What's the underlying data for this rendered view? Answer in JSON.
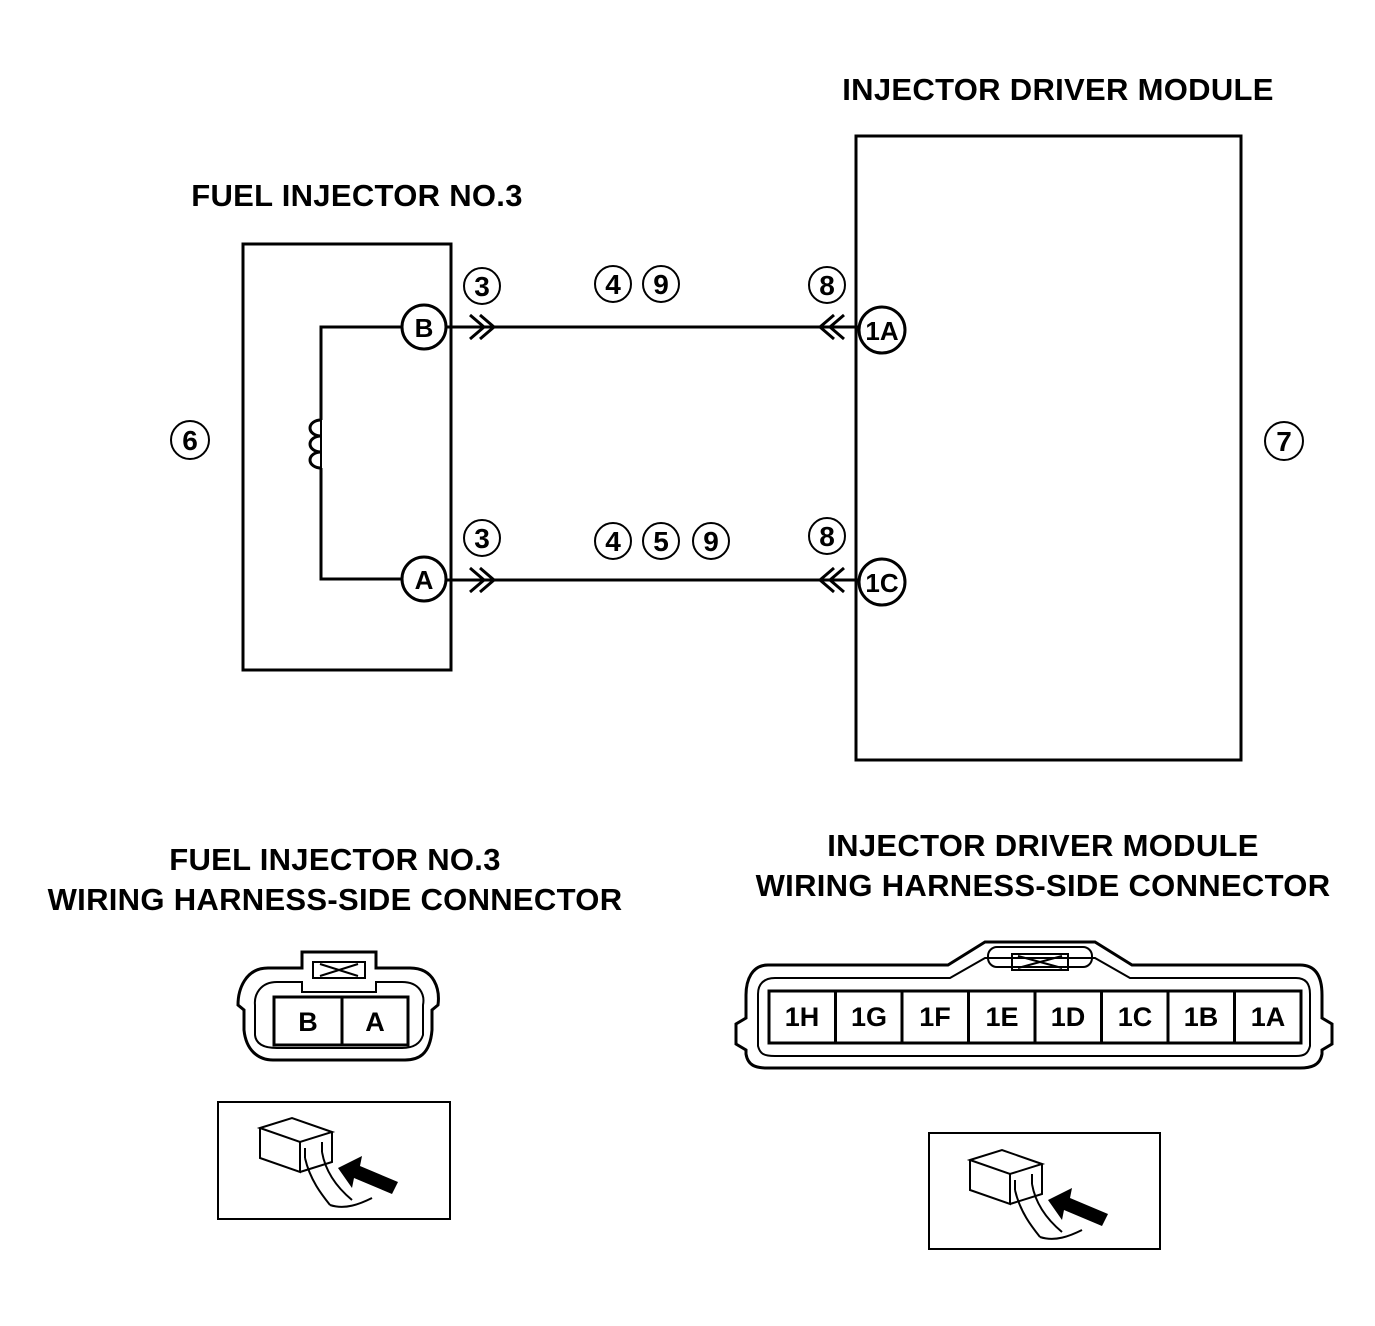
{
  "labels": {
    "module_title": "INJECTOR DRIVER MODULE",
    "injector_title": "FUEL INJECTOR NO.3",
    "injector_conn_line1": "FUEL INJECTOR NO.3",
    "injector_conn_line2": "WIRING HARNESS-SIDE CONNECTOR",
    "module_conn_line1": "INJECTOR DRIVER MODULE",
    "module_conn_line2": "WIRING HARNESS-SIDE CONNECTOR"
  },
  "injector_pins": {
    "top": "B",
    "bottom": "A"
  },
  "module_pins": {
    "top": "1A",
    "bottom": "1C"
  },
  "refs": {
    "injector_side": "6",
    "module_side": "7",
    "top_wire": {
      "injector_end": "3",
      "middle": [
        "4",
        "9"
      ],
      "module_end": "8"
    },
    "bottom_wire": {
      "injector_end": "3",
      "middle": [
        "4",
        "5",
        "9"
      ],
      "module_end": "8"
    }
  },
  "injector_connector": {
    "cells": [
      "B",
      "A"
    ]
  },
  "module_connector": {
    "cells": [
      "1H",
      "1G",
      "1F",
      "1E",
      "1D",
      "1C",
      "1B",
      "1A"
    ]
  },
  "colors": {
    "ink": "#000000",
    "paper": "#ffffff"
  }
}
